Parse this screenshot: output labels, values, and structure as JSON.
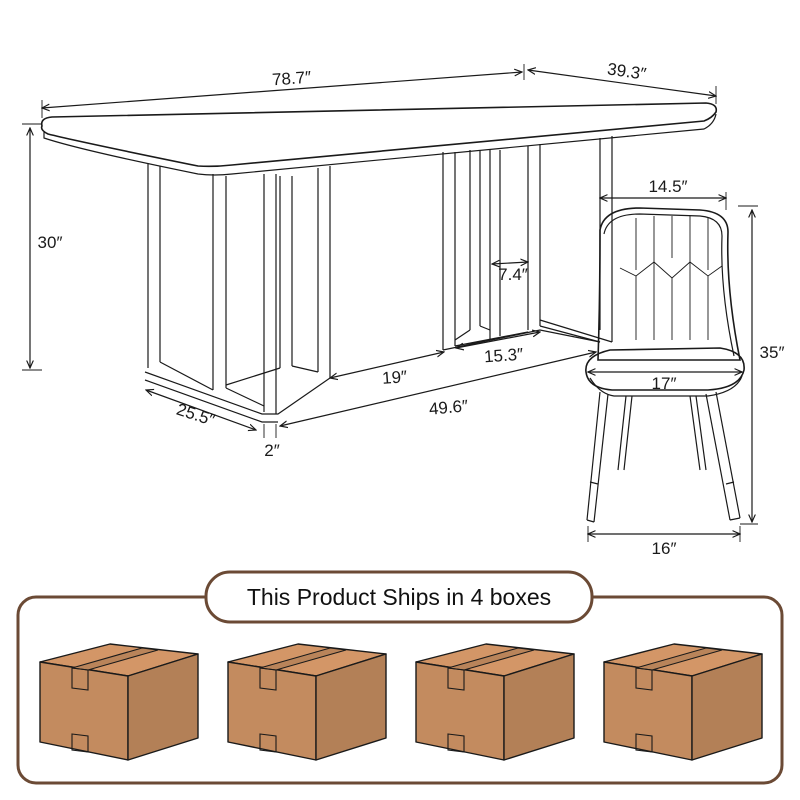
{
  "dimensions": {
    "table_length": "78.7″",
    "table_width": "39.3″",
    "table_height": "30″",
    "leg_inner_width": "7.4″",
    "leg_gap": "19″",
    "leg_span": "15.3″",
    "base_depth": "25.5″",
    "base_length": "49.6″",
    "leg_thickness": "2″",
    "chair_back_width": "14.5″",
    "chair_height": "35″",
    "chair_seat_width": "17″",
    "chair_base_width": "16″"
  },
  "shipping": {
    "banner_text": "This Product Ships in 4 boxes",
    "box_count": 4,
    "box_color": "#c38b5f",
    "frame_color": "#6b4a35"
  }
}
